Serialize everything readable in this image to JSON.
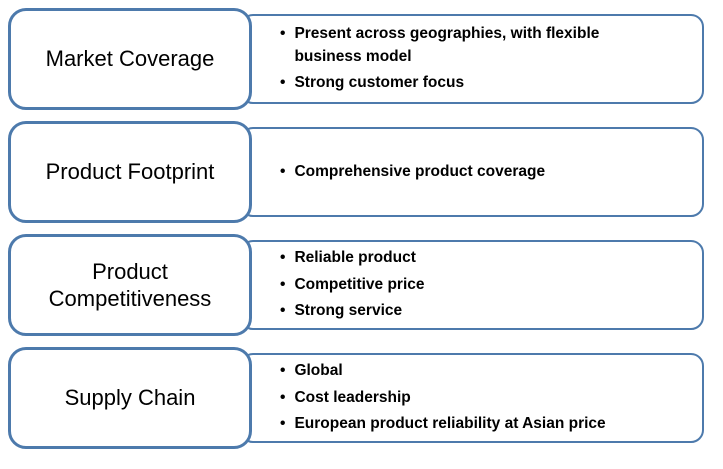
{
  "bullet_glyph": "•",
  "colors": {
    "box_border": "#4d7aac",
    "text": "#000000",
    "background": "#ffffff"
  },
  "rows": [
    {
      "label": "Market Coverage",
      "bullets": [
        "Present across geographies, with flexible business model",
        "Strong customer focus"
      ]
    },
    {
      "label": "Product Footprint",
      "bullets": [
        "Comprehensive product coverage"
      ]
    },
    {
      "label": "Product Competitiveness",
      "bullets": [
        "Reliable product",
        "Competitive price",
        "Strong service"
      ]
    },
    {
      "label": "Supply Chain",
      "bullets": [
        "Global",
        "Cost leadership",
        "European product reliability at Asian price"
      ]
    }
  ]
}
